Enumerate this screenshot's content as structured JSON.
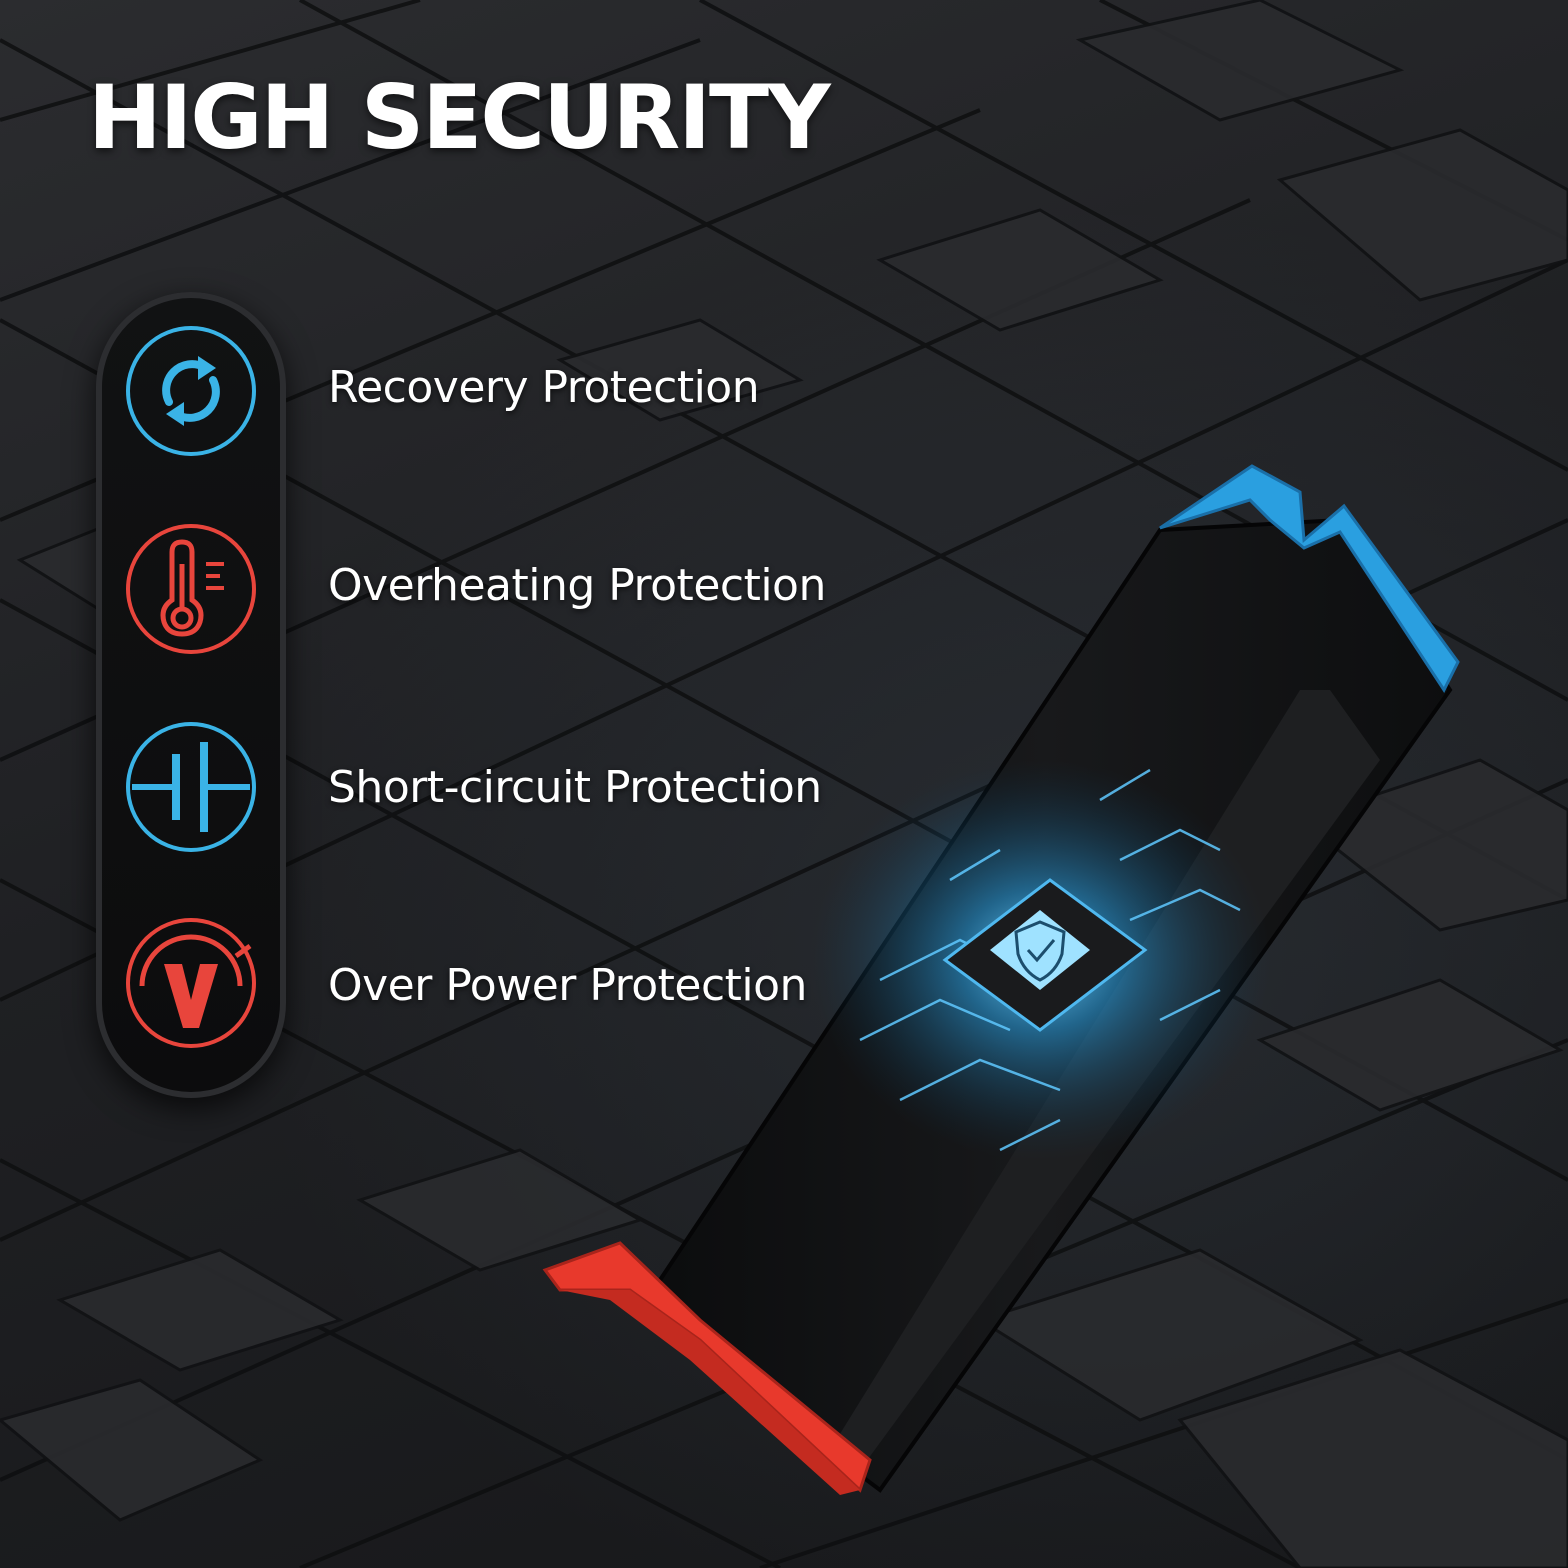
{
  "headline": "HIGH SECURITY",
  "features": [
    {
      "label": "Recovery Protection",
      "icon": "recovery-cycle-icon",
      "color": "#3ab3e6"
    },
    {
      "label": "Overheating Protection",
      "icon": "thermometer-icon",
      "color": "#e8453c"
    },
    {
      "label": "Short-circuit Protection",
      "icon": "capacitor-icon",
      "color": "#3ab3e6"
    },
    {
      "label": "Over Power Protection",
      "icon": "voltage-gauge-icon",
      "color": "#e8453c"
    }
  ],
  "colors": {
    "accent_blue": "#2a9fe0",
    "accent_red": "#e8392c",
    "background": "#202124",
    "pill": "#0e0e0f"
  },
  "product": {
    "icon": "shield-check-chip-icon"
  }
}
